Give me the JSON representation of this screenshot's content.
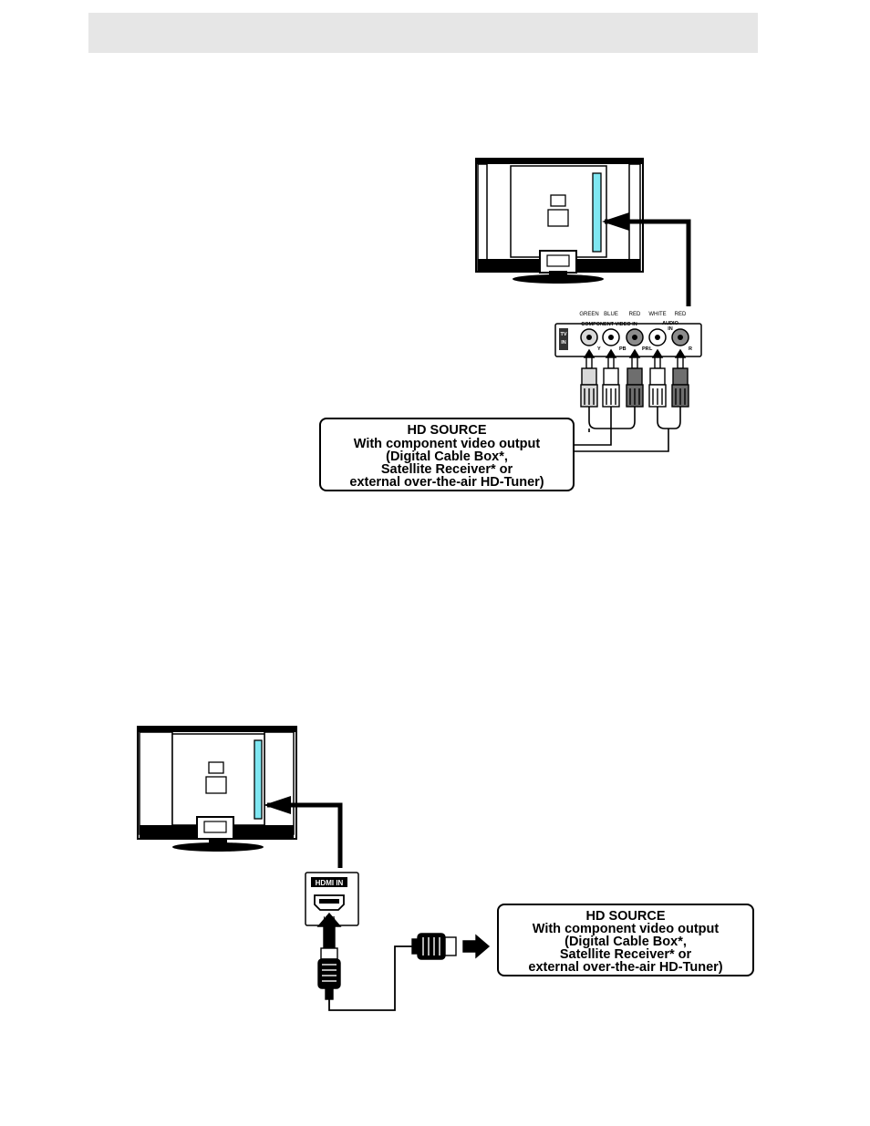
{
  "header": {
    "bar_color": "#e6e6e6"
  },
  "diagram1": {
    "jack_colors": [
      "GREEN",
      "BLUE",
      "RED",
      "WHITE",
      "RED"
    ],
    "panel_title": "COMPONENT VIDEO IN",
    "audio_title": "AUDIO",
    "audio_in": "IN",
    "jack_letters": [
      "Y",
      "PB",
      "PR",
      "L",
      "R"
    ],
    "side_label_top": "TV",
    "side_label_bottom": "IN",
    "source_lines": [
      "HD SOURCE",
      "With component video output",
      "(Digital Cable Box*,",
      "Satellite Receiver* or",
      "external over-the-air HD-Tuner)"
    ]
  },
  "diagram2": {
    "port_title": "HDMI IN",
    "port_logo": "HDMI",
    "source_lines": [
      "HD SOURCE",
      "With component video output",
      "(Digital Cable Box*,",
      "Satellite Receiver* or",
      "external over-the-air HD-Tuner)"
    ]
  },
  "colors": {
    "panel_highlight": "#7fe7f2",
    "mid_gray": "#8c8c8c",
    "light_gray": "#d9d9d9"
  }
}
